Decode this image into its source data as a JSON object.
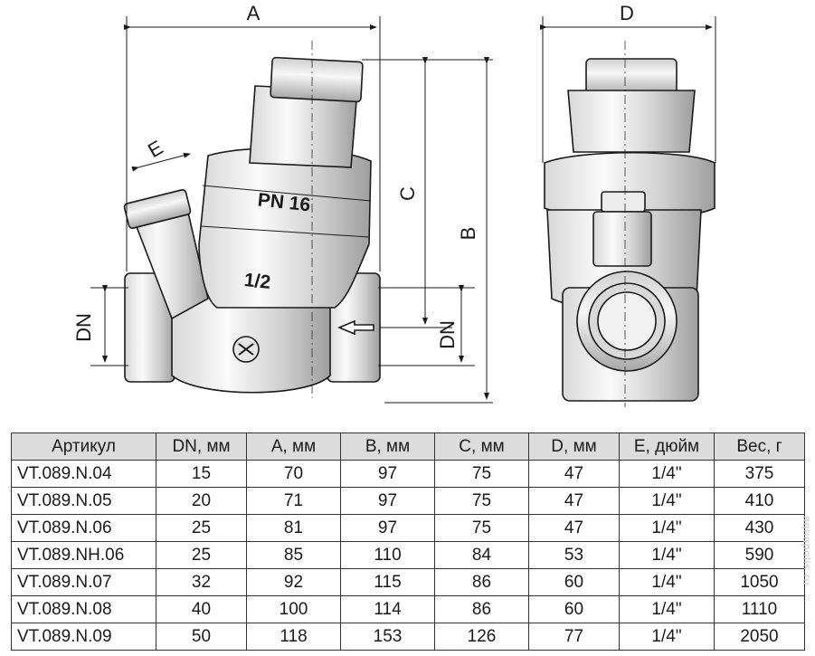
{
  "drawing": {
    "dim_labels": {
      "a": "A",
      "b": "B",
      "c": "C",
      "d": "D",
      "e": "E",
      "dn_left": "DN",
      "dn_right": "DN"
    },
    "body_marking": {
      "pressure": "PN 16",
      "thread": "1/2"
    }
  },
  "table": {
    "headers": [
      "Артикул",
      "DN, мм",
      "A, мм",
      "B, мм",
      "C, мм",
      "D, мм",
      "E, дюйм",
      "Вес, г"
    ],
    "rows": [
      [
        "VT.089.N.04",
        "15",
        "70",
        "97",
        "75",
        "47",
        "1/4\"",
        "375"
      ],
      [
        "VT.089.N.05",
        "20",
        "71",
        "97",
        "75",
        "47",
        "1/4\"",
        "410"
      ],
      [
        "VT.089.N.06",
        "25",
        "81",
        "97",
        "75",
        "47",
        "1/4\"",
        "430"
      ],
      [
        "VT.089.NH.06",
        "25",
        "85",
        "110",
        "84",
        "53",
        "1/4\"",
        "590"
      ],
      [
        "VT.089.N.07",
        "32",
        "92",
        "115",
        "86",
        "60",
        "1/4\"",
        "1050"
      ],
      [
        "VT.089.N.08",
        "40",
        "100",
        "114",
        "86",
        "60",
        "1/4\"",
        "1110"
      ],
      [
        "VT.089.N.09",
        "50",
        "118",
        "153",
        "126",
        "77",
        "1/4\"",
        "2050"
      ]
    ]
  },
  "watermark": "aquapolis.ru"
}
